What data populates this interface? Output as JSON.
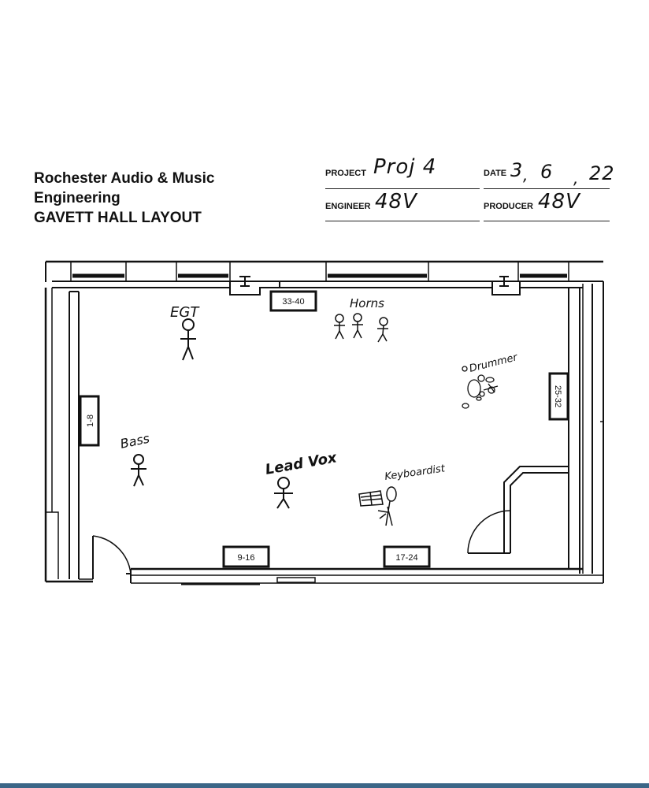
{
  "header": {
    "title_line1": "Rochester Audio & Music",
    "title_line2": "Engineering",
    "title_line3": "GAVETT HALL LAYOUT"
  },
  "form": {
    "project_label": "PROJECT",
    "project_value": "Proj 4",
    "date_label": "DATE",
    "date_month": "3",
    "date_day": "6",
    "date_year": "22",
    "date_sep": ",",
    "engineer_label": "ENGINEER",
    "engineer_value": "48V",
    "producer_label": "PRODUCER",
    "producer_value": "48V"
  },
  "floorplan": {
    "boxes": [
      {
        "id": "box-33-40",
        "label": "33-40"
      },
      {
        "id": "box-1-8",
        "label": "1-8"
      },
      {
        "id": "box-25-32",
        "label": "25-32"
      },
      {
        "id": "box-9-16",
        "label": "9-16"
      },
      {
        "id": "box-17-24",
        "label": "17-24"
      }
    ],
    "performers": [
      {
        "id": "egt",
        "label": "EGT"
      },
      {
        "id": "horns",
        "label": "Horns"
      },
      {
        "id": "drummer",
        "label": "Drummer"
      },
      {
        "id": "bass",
        "label": "Bass"
      },
      {
        "id": "lead-vox",
        "label": "Lead Vox"
      },
      {
        "id": "keyboardist",
        "label": "Keyboardist"
      }
    ]
  },
  "colors": {
    "ink": "#111111",
    "footer_rule": "#3b6687"
  }
}
